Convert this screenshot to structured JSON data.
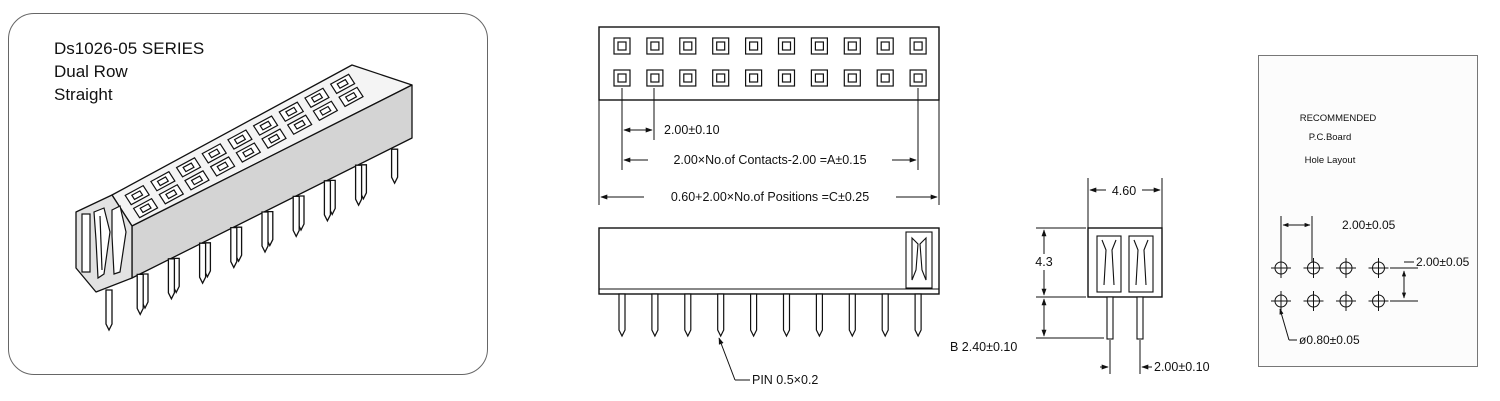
{
  "title": {
    "series": "Ds1026-05  SERIES",
    "rows": "Dual Row",
    "style": "Straight"
  },
  "dims": {
    "pitch": "2.00±0.10",
    "contacts": "2.00×No.of Contacts-2.00 =A±0.15",
    "positions": "0.60+2.00×No.of Positions =C±0.25",
    "pin": "PIN 0.5×0.2",
    "width": "4.60",
    "height": "4.3",
    "b": "B 2.40±0.10",
    "row_pitch": "2.00±0.10"
  },
  "pcb": {
    "line1": "RECOMMENDED",
    "line2": "P.C.Board",
    "line3": "Hole Layout",
    "pitch_x": "2.00±0.05",
    "pitch_y": "2.00±0.05",
    "hole": "ø0.80±0.05"
  }
}
